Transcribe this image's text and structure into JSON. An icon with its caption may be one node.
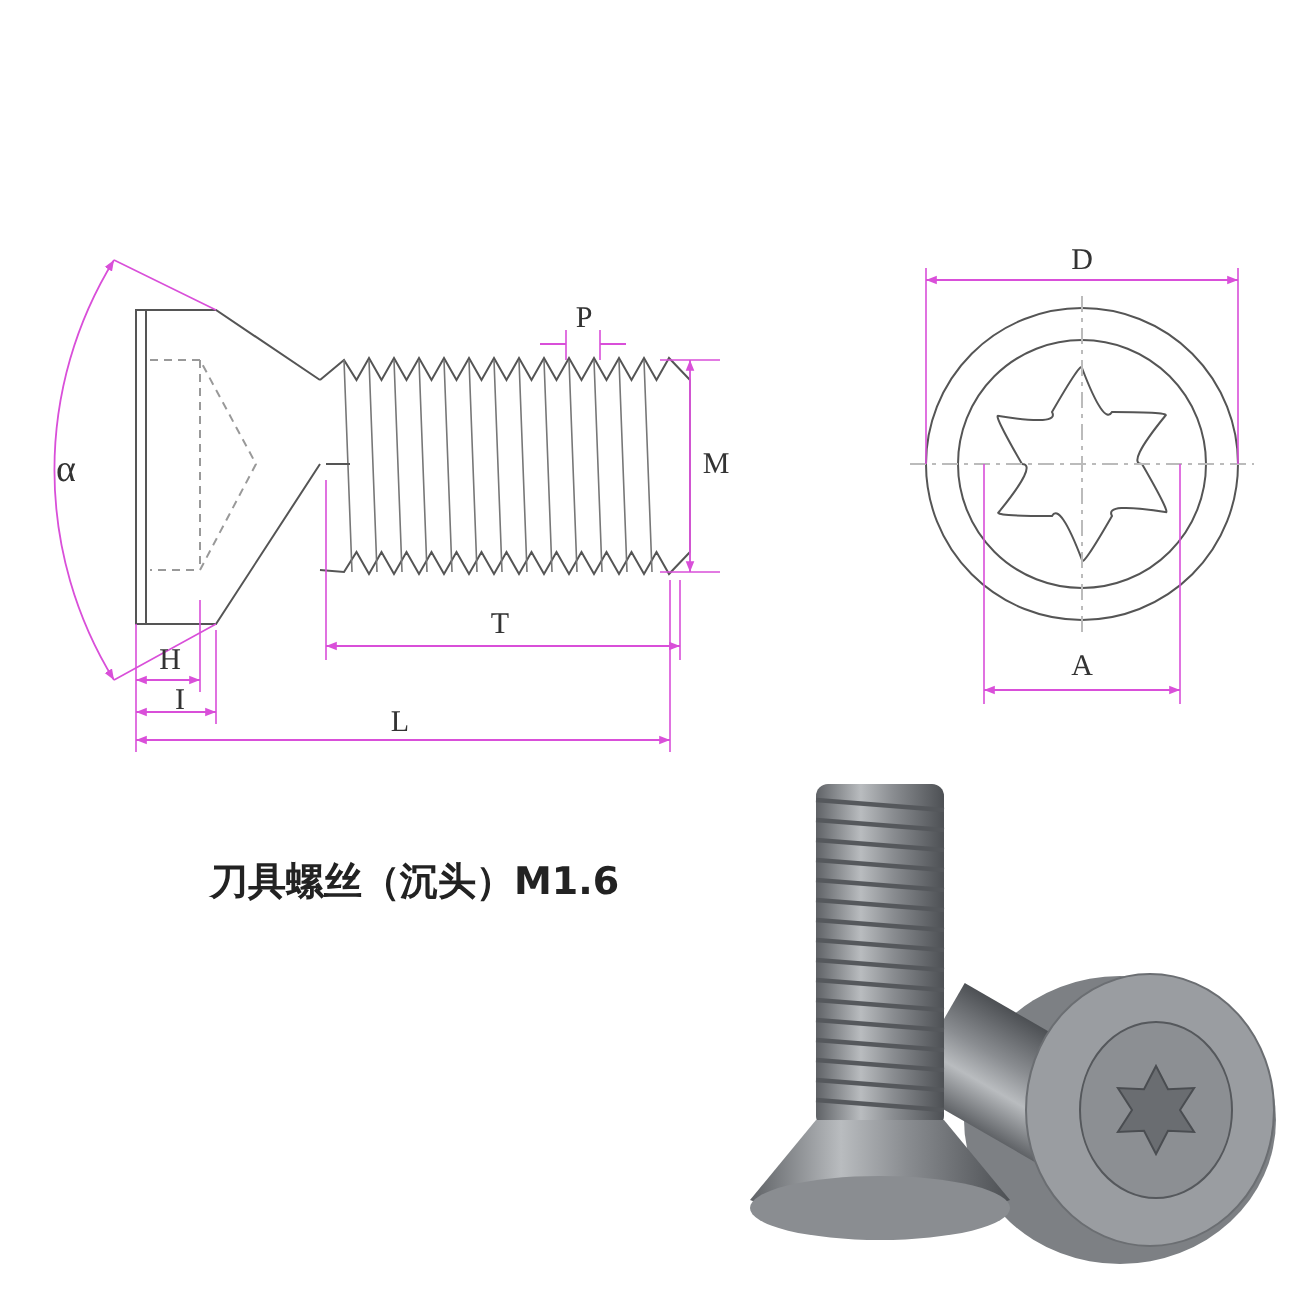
{
  "diagram": {
    "title": "刀具螺丝（沉头）M1.6",
    "labels": [
      "α",
      "P",
      "M",
      "T",
      "H",
      "I",
      "L",
      "D",
      "A"
    ]
  }
}
